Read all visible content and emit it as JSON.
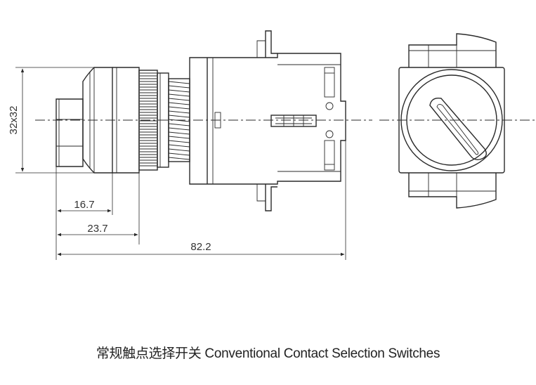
{
  "dimensions": {
    "height_label": "32x32",
    "d1_label": "16.7",
    "d2_label": "23.7",
    "total_label": "82.2"
  },
  "caption": {
    "text": "常规触点选择开关 Conventional Contact Selection Switches"
  }
}
